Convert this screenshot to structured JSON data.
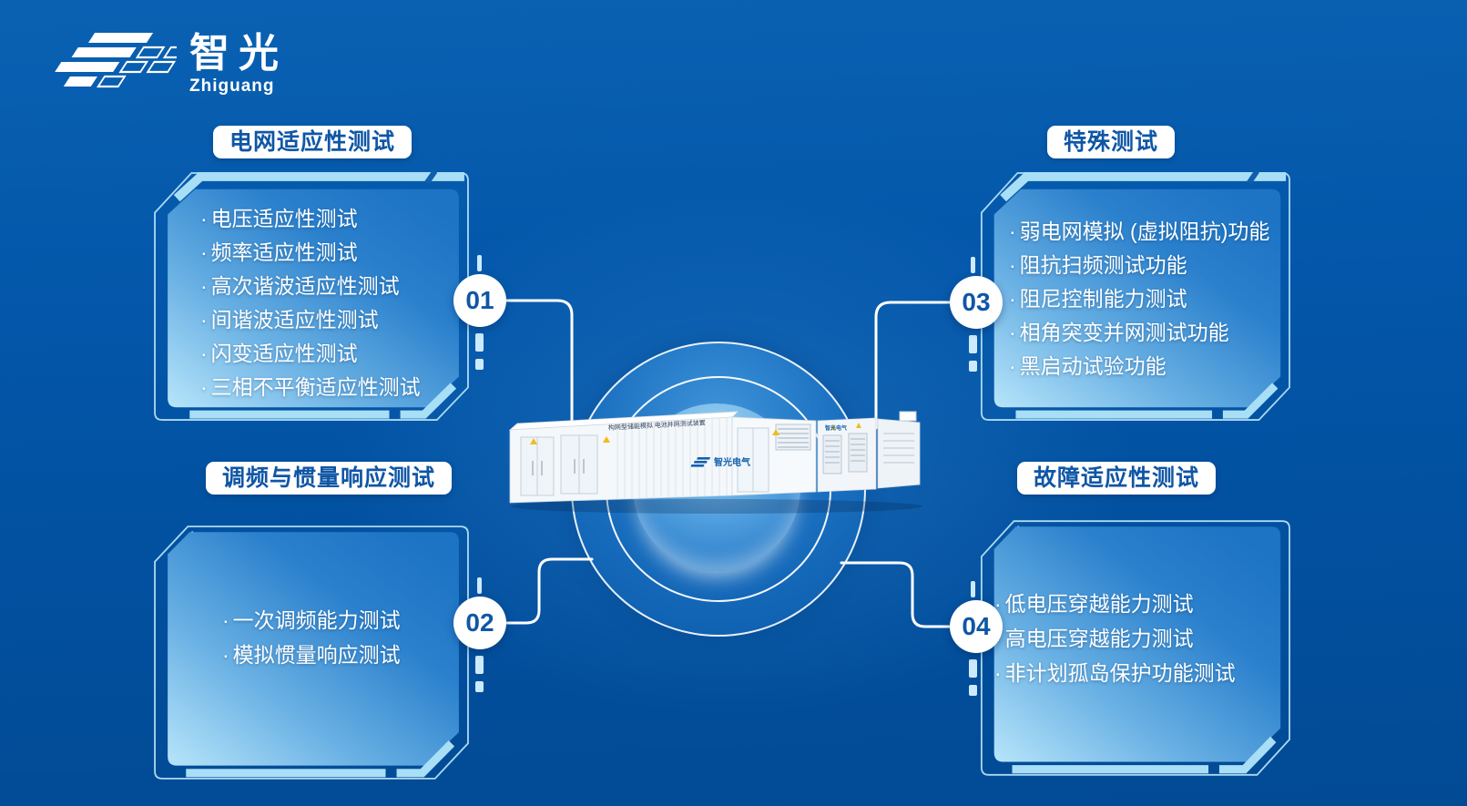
{
  "brand": {
    "name_cn": "智光",
    "name_en": "Zhiguang"
  },
  "ui": {
    "bullet": "·"
  },
  "colors": {
    "accent_blue": "#0f56a5",
    "background_blue": "#0356a9",
    "panel_accent_light": "#a9def7",
    "line_white": "#ffffff",
    "warning_yellow": "#f2bd1a"
  },
  "panels": [
    {
      "id": "grid-adaptability",
      "number": "01",
      "title": "电网适应性测试",
      "items": [
        "电压适应性测试",
        "频率适应性测试",
        "高次谐波适应性测试",
        "间谐波适应性测试",
        "闪变适应性测试",
        "三相不平衡适应性测试"
      ]
    },
    {
      "id": "frequency-inertia-response",
      "number": "02",
      "title": "调频与惯量响应测试",
      "items": [
        "一次调频能力测试",
        "模拟惯量响应测试"
      ]
    },
    {
      "id": "special-tests",
      "number": "03",
      "title": "特殊测试",
      "items": [
        "弱电网模拟 (虚拟阻抗)功能",
        "阻抗扫频测试功能",
        "阻尼控制能力测试",
        "相角突变并网测试功能",
        "黑启动试验功能"
      ]
    },
    {
      "id": "fault-adaptability",
      "number": "04",
      "title": "故障适应性测试",
      "items": [
        "低电压穿越能力测试",
        "高电压穿越能力测试",
        "非计划孤岛保护功能测试"
      ]
    }
  ],
  "center": {
    "container_label": "构网型储能模拟 电池并网测试装置",
    "container_logo": "智光电气"
  }
}
